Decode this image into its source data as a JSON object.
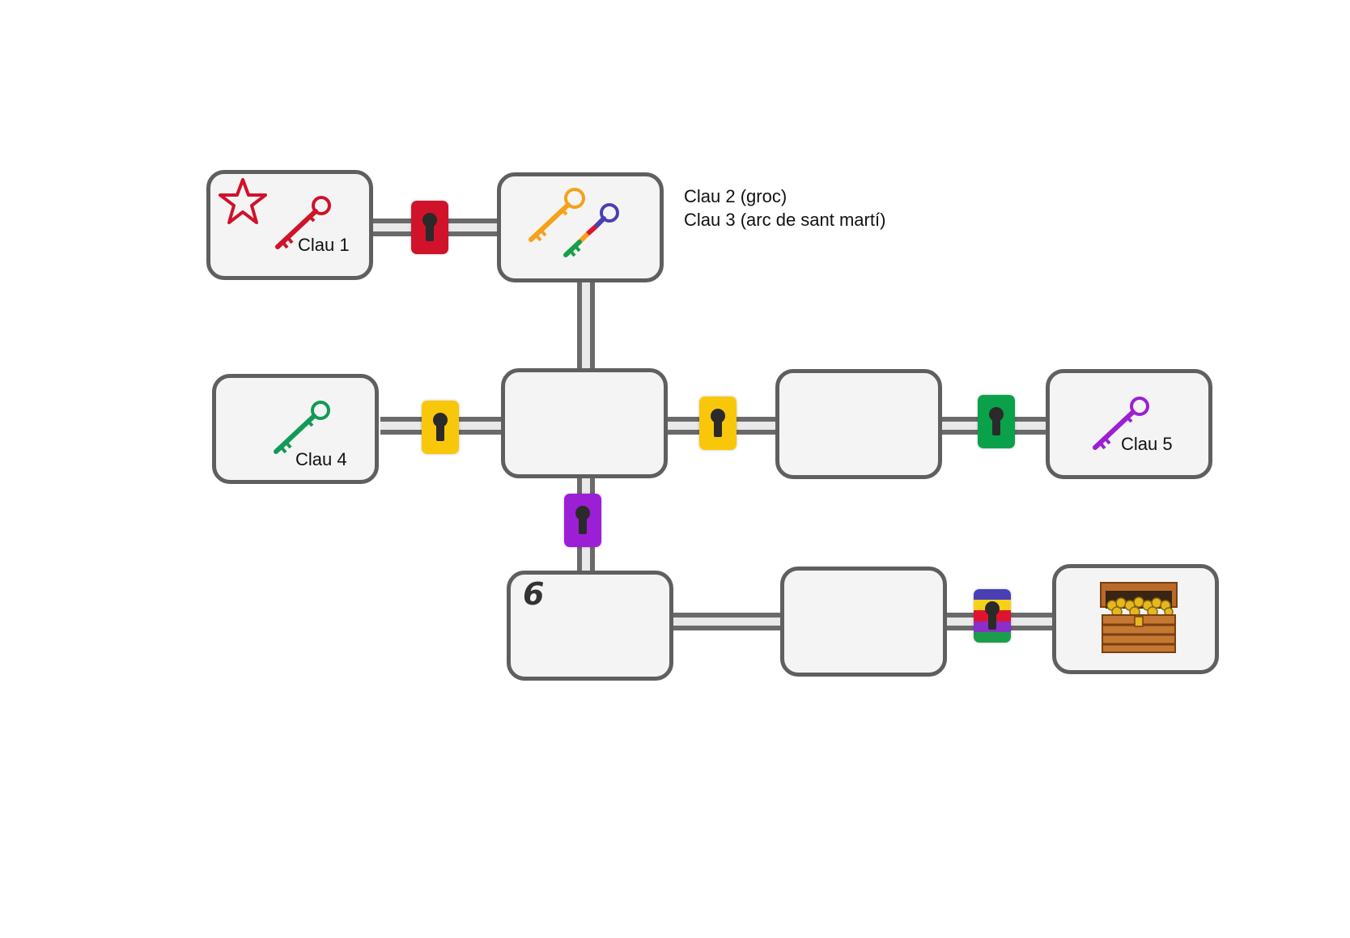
{
  "labels": {
    "key1": "Clau 1",
    "key2": "Clau 2 (groc)",
    "key3": "Clau 3 (arc de sant martí)",
    "key4": "Clau 4",
    "key5": "Clau 5",
    "room_number": "6"
  },
  "colors": {
    "red": "#d0122b",
    "yellow": "#f9c70a",
    "green": "#0aa14a",
    "purple": "#9c1fd6",
    "orange": "#f6a11a",
    "key_green": "#119a56",
    "rainbow": [
      "#4a3fb5",
      "#f4d21a",
      "#e0142f",
      "#8a2fc9",
      "#1a9e4a"
    ]
  },
  "icons": {
    "start": "star-icon",
    "keys": [
      "red-key-icon",
      "yellow-key-icon",
      "rainbow-key-icon",
      "green-key-icon",
      "purple-key-icon"
    ],
    "locks": [
      "red-lock",
      "yellow-lock",
      "yellow-lock",
      "green-lock",
      "purple-lock",
      "rainbow-lock"
    ],
    "goal": "treasure-chest-icon"
  }
}
